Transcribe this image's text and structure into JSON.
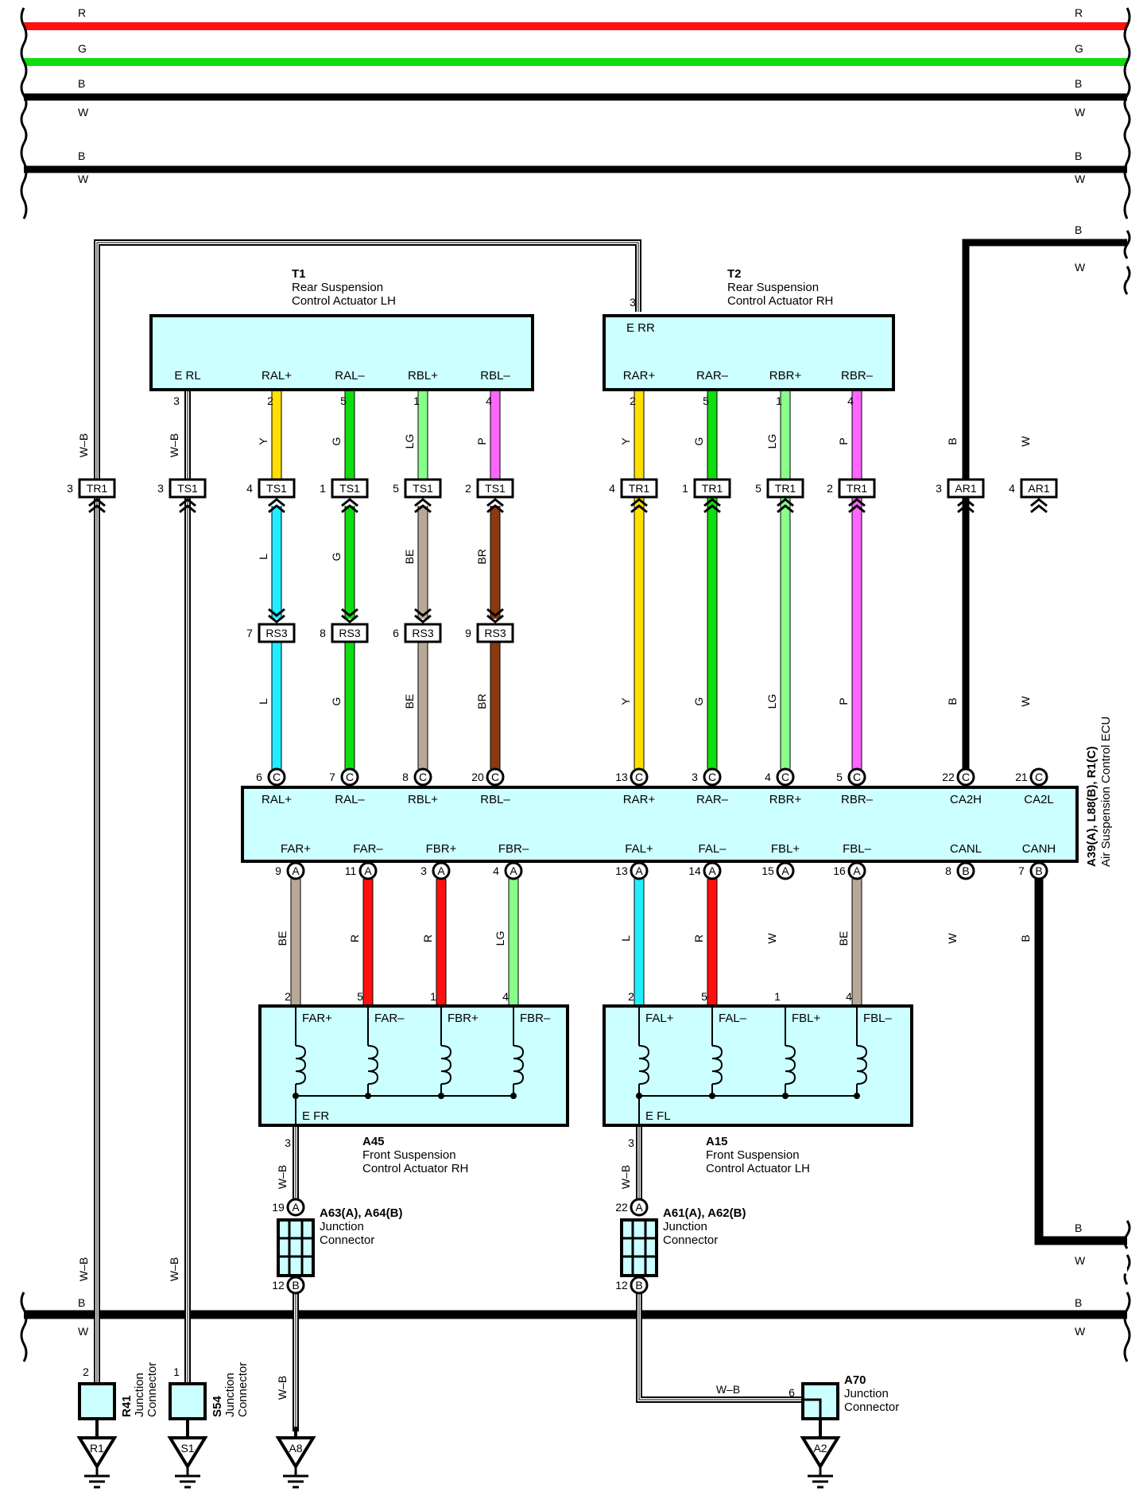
{
  "colors": {
    "R": "#ff1010",
    "G": "#10dd10",
    "B": "#000000",
    "W": "#ffffff",
    "Y": "#ffe000",
    "LG": "#88ff88",
    "P": "#ff66ff",
    "L": "#22eeff",
    "BE": "#b8a898",
    "BR": "#8b3a10",
    "box": "#ccffff"
  },
  "buses": {
    "top": [
      "R",
      "G",
      "B",
      "W",
      "B",
      "W"
    ],
    "bottom": [
      "B",
      "W"
    ],
    "ecu_right": [
      "B",
      "W"
    ]
  },
  "components": {
    "t1": {
      "id": "T1",
      "name1": "Rear Suspension",
      "name2": "Control Actuator LH",
      "pins": [
        "E RL",
        "RAL+",
        "RAL–",
        "RBL+",
        "RBL–"
      ]
    },
    "t2": {
      "id": "T2",
      "name1": "Rear Suspension",
      "name2": "Control Actuator RH",
      "pins": [
        "E RR",
        "RAR+",
        "RAR–",
        "RBR+",
        "RBR–"
      ]
    },
    "ecu": {
      "id": "A39(A), L88(B), R1(C)",
      "name": "Air Suspension Control ECU",
      "top_pins": [
        "RAL+",
        "RAL–",
        "RBL+",
        "RBL–",
        "RAR+",
        "RAR–",
        "RBR+",
        "RBR–",
        "CA2H",
        "CA2L"
      ],
      "bottom_pins": [
        "FAR+",
        "FAR–",
        "FBR+",
        "FBR–",
        "FAL+",
        "FAL–",
        "FBL+",
        "FBL–",
        "CANL",
        "CANH"
      ]
    },
    "a45": {
      "id": "A45",
      "name1": "Front Suspension",
      "name2": "Control Actuator RH",
      "pins": [
        "FAR+",
        "FAR–",
        "FBR+",
        "FBR–"
      ],
      "ground": "E FR"
    },
    "a15": {
      "id": "A15",
      "name1": "Front Suspension",
      "name2": "Control Actuator LH",
      "pins": [
        "FAL+",
        "FAL–",
        "FBL+",
        "FBL–"
      ],
      "ground": "E FL"
    },
    "jc1": {
      "id": "A63(A), A64(B)",
      "name1": "Junction",
      "name2": "Connector"
    },
    "jc2": {
      "id": "A61(A), A62(B)",
      "name1": "Junction",
      "name2": "Connector"
    },
    "r41": {
      "id": "R41",
      "name1": "Junction",
      "name2": "Connector"
    },
    "s54": {
      "id": "S54",
      "name1": "Junction",
      "name2": "Connector"
    },
    "a70": {
      "id": "A70",
      "name1": "Junction",
      "name2": "Connector"
    }
  },
  "connectors": {
    "TR1": "TR1",
    "TS1": "TS1",
    "RS3": "RS3",
    "AR1": "AR1"
  },
  "letters": {
    "A": "A",
    "B": "B",
    "C": "C"
  },
  "grounds": {
    "r1": "R1",
    "s1": "S1",
    "a8": "A8",
    "a2": "A2"
  },
  "wires": {
    "WB": "W–B",
    "Y": "Y",
    "G": "G",
    "LG": "LG",
    "P": "P",
    "L": "L",
    "BE": "BE",
    "BR": "BR",
    "B": "B",
    "W": "W",
    "R": "R"
  },
  "pin_numbers": {
    "t1": [
      "3",
      "2",
      "5",
      "1",
      "4"
    ],
    "t2_top": "3",
    "t2": [
      "2",
      "5",
      "1",
      "4"
    ],
    "inline_left": [
      "3",
      "3",
      "4",
      "1",
      "5",
      "2"
    ],
    "inline_right": [
      "4",
      "1",
      "5",
      "2",
      "3",
      "4"
    ],
    "rs3": [
      "7",
      "8",
      "6",
      "9"
    ],
    "ecu_top": [
      "6",
      "7",
      "8",
      "20",
      "13",
      "3",
      "4",
      "5",
      "22",
      "21"
    ],
    "ecu_bottom": [
      "9",
      "11",
      "3",
      "4",
      "13",
      "14",
      "15",
      "16",
      "8",
      "7"
    ],
    "a45": [
      "2",
      "5",
      "1",
      "4"
    ],
    "a15": [
      "2",
      "5",
      "1",
      "4"
    ],
    "a45_gnd": "3",
    "a15_gnd": "3",
    "jc1": [
      "19",
      "12"
    ],
    "jc2": [
      "22",
      "12"
    ],
    "r41": "2",
    "s54": "1",
    "a70": "6"
  }
}
